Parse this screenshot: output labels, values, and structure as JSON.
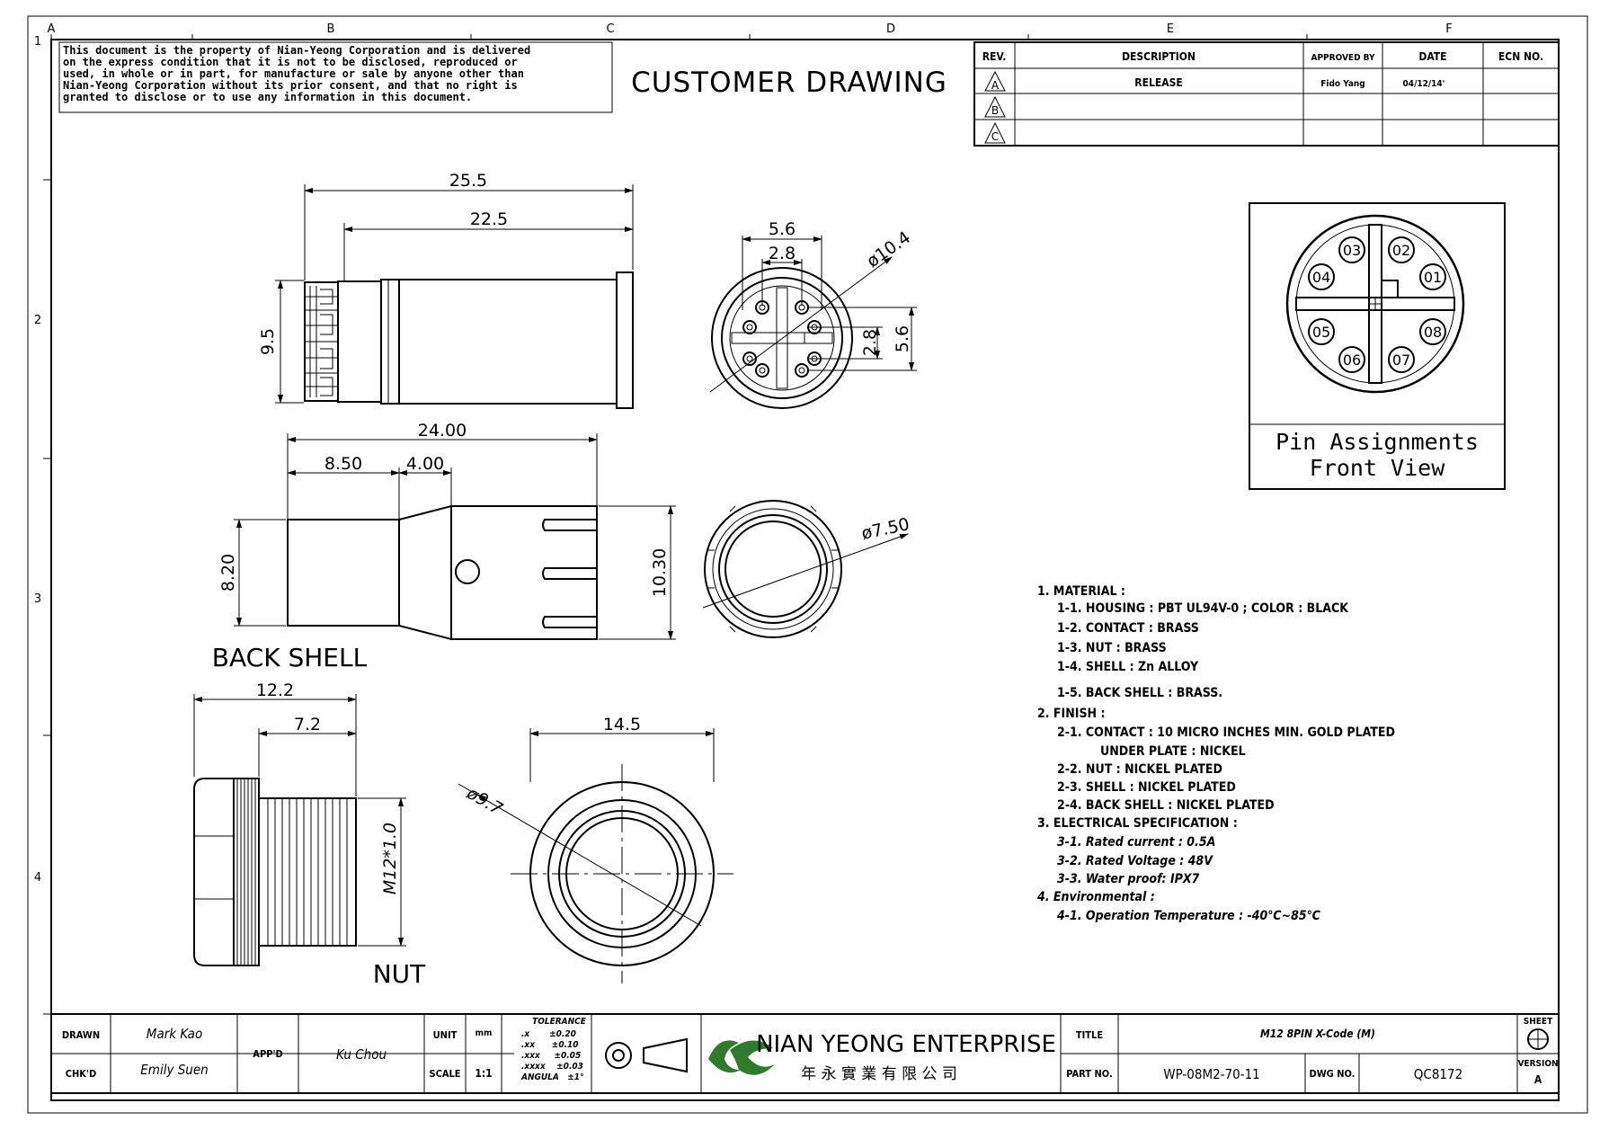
{
  "frame": {
    "columns": [
      "A",
      "B",
      "C",
      "D",
      "E",
      "F"
    ],
    "rows": [
      "1",
      "2",
      "3",
      "4"
    ]
  },
  "disclaimer": [
    "This document is the property of Nian-Yeong Corporation and is delivered",
    "on  the  express condition that it is not to be disclosed, reproduced or",
    "used, in whole or in part, for manufacture or sale by anyone other than",
    "Nian-Yeong Corporation without  its prior consent, and that  no right  is",
    "granted to disclose or to use any information in this  document."
  ],
  "drawing_title": "CUSTOMER  DRAWING",
  "revision_table": {
    "headers": [
      "REV.",
      "DESCRIPTION",
      "APPROVED BY",
      "DATE",
      "ECN NO."
    ],
    "rows": [
      {
        "rev": "A",
        "description": "RELEASE",
        "approved_by": "Fido Yang",
        "date": "04/12/14'",
        "ecn": ""
      },
      {
        "rev": "B",
        "description": "",
        "approved_by": "",
        "date": "",
        "ecn": ""
      },
      {
        "rev": "C",
        "description": "",
        "approved_by": "",
        "date": "",
        "ecn": ""
      }
    ]
  },
  "side_view": {
    "dim_overall": "25.5",
    "dim_body": "22.5",
    "dim_height": "9.5"
  },
  "front_view": {
    "dim_width_outer": "5.6",
    "dim_width_inner": "2.8",
    "dim_diameter": "ø10.4",
    "dim_v_inner": "2.8",
    "dim_v_outer": "5.6"
  },
  "back_shell": {
    "label": "BACK  SHELL",
    "dim_overall": "24.00",
    "dim_a": "8.50",
    "dim_b": "4.00",
    "dim_h_left": "8.20",
    "dim_h_right": "10.30",
    "dim_ring": "ø7.50"
  },
  "nut": {
    "label": "NUT",
    "dim_overall": "12.2",
    "dim_thread_len": "7.2",
    "dim_thread": "M12*1.0",
    "dim_outer": "14.5",
    "dim_inner": "ø9.7"
  },
  "pin_assignments": {
    "pins": [
      "01",
      "02",
      "03",
      "04",
      "05",
      "06",
      "07",
      "08"
    ],
    "caption_line1": "Pin Assignments",
    "caption_line2": "Front View"
  },
  "notes": [
    "1.  MATERIAL  :",
    "1-1.  HOUSING  :  PBT  UL94V-0  ;  COLOR  :  BLACK",
    "1-2.  CONTACT  :  BRASS",
    "1-3.  NUT  :  BRASS",
    "1-4.  SHELL  :  Zn  ALLOY",
    "1-5.  BACK  SHELL  :  BRASS.",
    "2.  FINISH  :",
    "2-1.  CONTACT  :  10  MICRO  INCHES  MIN.  GOLD  PLATED",
    "UNDER  PLATE  :  NICKEL",
    "2-2.  NUT  :  NICKEL  PLATED",
    "2-3.  SHELL  :  NICKEL  PLATED",
    "2-4.  BACK  SHELL  :  NICKEL  PLATED",
    "3.  ELECTRICAL  SPECIFICATION  :",
    "3-1.  Rated  current  :  0.5A",
    "3-2.  Rated  Voltage  :  48V",
    "3-3.  Water  proof:  IPX7",
    "4.  Environmental  :",
    "4-1.  Operation  Temperature  :  -40℃~85℃"
  ],
  "title_block": {
    "drawn_label": "DRAWN",
    "drawn": "Mark Kao",
    "chkd_label": "CHK'D",
    "chkd": "Emily Suen",
    "appd_label": "APP'D",
    "appd": "Ku Chou",
    "unit_label": "UNIT",
    "unit": "mm",
    "scale_label": "SCALE",
    "scale": "1:1",
    "tolerance_title": "TOLERANCE",
    "tolerance": [
      ".x       ±0.20",
      ".xx      ±0.10",
      ".xxx     ±0.05",
      ".xxxx    ±0.03",
      "ANGULA   ±1°"
    ],
    "company": "NIAN YEONG ENTERPRISE",
    "company_cn": "年 永 實 業 有 限 公 司",
    "title_label": "TITLE",
    "title": "M12 8PIN X-Code (M)",
    "part_label": "PART NO.",
    "part_no": "WP-08M2-70-11",
    "dwg_label": "DWG NO.",
    "dwg_no": "QC8172",
    "sheet_label": "SHEET",
    "version_label": "VERSION",
    "version": "A"
  }
}
